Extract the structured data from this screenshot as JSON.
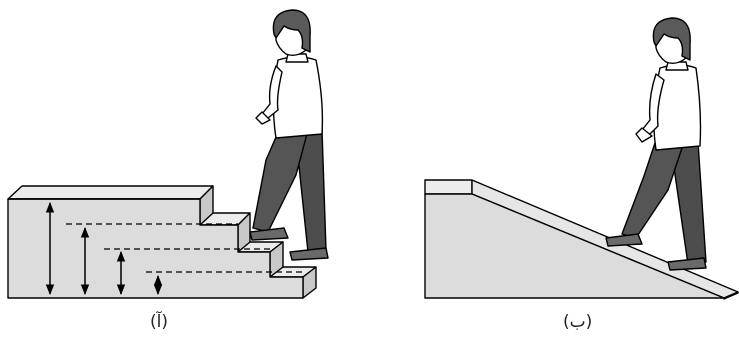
{
  "figure": {
    "panel_a": {
      "caption": "(آ)"
    },
    "panel_b": {
      "caption": "(ب)"
    }
  },
  "colors": {
    "block_fill": "#dcdcdc",
    "block_top": "#e8e8e8",
    "outline": "#000000",
    "pants": "#4d4d4d",
    "hair": "#5a5a5a",
    "shirt": "#ffffff",
    "shoe": "#6a6a6a"
  },
  "icons": [
    "person-climbing-stairs",
    "person-climbing-ramp",
    "height-arrow"
  ]
}
